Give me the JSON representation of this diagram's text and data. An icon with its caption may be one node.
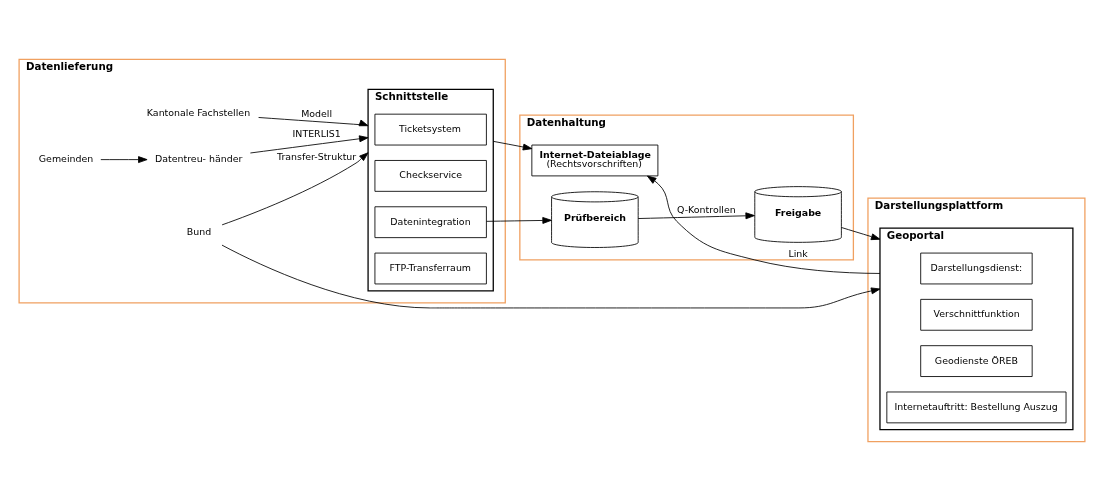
{
  "diagram": {
    "nodes": [
      {
        "text": [
          "Datenlieferung"
        ]
      },
      {
        "text": [
          "Bund"
        ],
        "in": 0
      },
      {
        "text": [
          "Kantonale Fachstellen"
        ],
        "in": 0
      },
      {
        "text": [
          "Datentreu- händer"
        ],
        "in": 0
      },
      {
        "text": [
          "Gemeinden"
        ],
        "in": 0
      },
      {
        "text": [
          "Schnittstelle"
        ],
        "in": 0
      },
      {
        "text": [
          "Ticketsystem"
        ],
        "in": 5
      },
      {
        "text": [
          "Checkservice"
        ],
        "in": 5
      },
      {
        "text": [
          "Datenintegration"
        ],
        "in": 5
      },
      {
        "text": [
          "FTP-Transferraum"
        ],
        "in": 5
      },
      {
        "text": [
          "Datenhaltung"
        ]
      },
      {
        "text": [
          "Freigabe"
        ],
        "in": 10
      },
      {
        "text": [
          "Prüfbereich"
        ],
        "in": 10
      },
      {
        "text": [
          "Internet-Dateiablage",
          "(Rechtsvorschriften)"
        ],
        "in": 10
      },
      {
        "text": [
          "Darstellungsplattform"
        ]
      },
      {
        "text": [
          "Geoportal"
        ],
        "in": 14
      },
      {
        "text": [
          "Darstellungsdienst:"
        ],
        "in": 15
      },
      {
        "text": [
          "Verschnittfunktion"
        ],
        "in": 15
      },
      {
        "text": [
          "Geodienste ÖREB"
        ],
        "in": 15
      },
      {
        "text": [
          "Internetauftritt: Bestellung Auszug"
        ],
        "in": 15
      }
    ],
    "edges": [
      {
        "from": 1,
        "to": 5,
        "arrow": "to",
        "label": "Transfer-Struktur"
      },
      {
        "from": 1,
        "to": 15,
        "arrow": "to"
      },
      {
        "from": 2,
        "to": 5,
        "arrow": "to",
        "label": "Modell"
      },
      {
        "from": 3,
        "to": 5,
        "arrow": "to",
        "label": "INTERLIS1"
      },
      {
        "from": 4,
        "to": 3,
        "arrow": "to"
      },
      {
        "from": 8,
        "to": 12,
        "arrow": "to"
      },
      {
        "from": 12,
        "to": 11,
        "arrow": "to",
        "label": "Q-Kontrollen"
      },
      {
        "from": 11,
        "to": 15,
        "arrow": "to"
      },
      {
        "from": 5,
        "to": 13,
        "arrow": "to"
      },
      {
        "from": 15,
        "to": 13,
        "arrow": "to",
        "label": "Link"
      }
    ]
  }
}
